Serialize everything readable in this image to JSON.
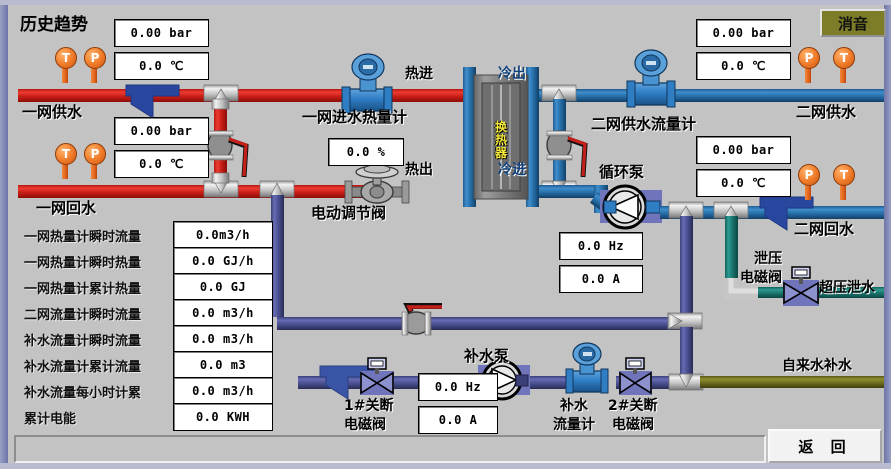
{
  "window": {
    "title": "历史趋势",
    "mute_button": "消音",
    "return_button": "返 回"
  },
  "pipes": {
    "primary_supply_label": "一网供水",
    "primary_return_label": "一网回水",
    "secondary_supply_label": "二网供水",
    "secondary_return_label": "二网回水",
    "hot_in": "热进",
    "hot_out": "热出",
    "cold_in": "冷进",
    "cold_out": "冷出",
    "tap_water_makeup": "自来水补水",
    "over_pressure_drain": "超压泄水"
  },
  "equipment": {
    "primary_inlet_heat_meter": "一网进水热量计",
    "secondary_supply_flow_meter": "二网供水流量计",
    "heat_exchanger": "换热器",
    "motor_control_valve": "电动调节阀",
    "circulation_pump": "循环泵",
    "makeup_pump": "补水泵",
    "makeup_flow_meter": "补水\n流量计",
    "makeup_flow_meter_l1": "补水",
    "makeup_flow_meter_l2": "流量计",
    "relief_solenoid_valve_l1": "泄压",
    "relief_solenoid_valve_l2": "电磁阀",
    "shutoff1_l1": "1#关断",
    "shutoff1_l2": "电磁阀",
    "shutoff2_l1": "2#关断",
    "shutoff2_l2": "电磁阀"
  },
  "sensors": {
    "t": "T",
    "p": "P"
  },
  "readouts": {
    "primary_supply_pressure": "0.00 bar",
    "primary_supply_temp": "0.0 ℃",
    "primary_return_pressure": "0.00 bar",
    "primary_return_temp": "0.0 ℃",
    "secondary_supply_pressure": "0.00 bar",
    "secondary_supply_temp": "0.0 ℃",
    "secondary_return_pressure": "0.00 bar",
    "secondary_return_temp": "0.0 ℃",
    "valve_opening": "0.0 %",
    "circ_pump_hz": "0.0 Hz",
    "circ_pump_amp": "0.0 A",
    "makeup_pump_hz": "0.0 Hz",
    "makeup_pump_amp": "0.0 A"
  },
  "data_table": {
    "rows": [
      {
        "label": "一网热量计瞬时流量",
        "value": "0.0m3/h"
      },
      {
        "label": "一网热量计瞬时热量",
        "value": "0.0 GJ/h"
      },
      {
        "label": "一网热量计累计热量",
        "value": "0.0 GJ"
      },
      {
        "label": "二网流量计瞬时流量",
        "value": "0.0 m3/h"
      },
      {
        "label": "补水流量计瞬时流量",
        "value": "0.0 m3/h"
      },
      {
        "label": "补水流量计累计流量",
        "value": "0.0 m3"
      },
      {
        "label": "补水流量每小时计累",
        "value": "0.0 m3/h"
      },
      {
        "label": "累计电能",
        "value": "0.0 KWH"
      }
    ]
  },
  "colors": {
    "hot_pipe": "#d62a22",
    "cold_pipe": "#2f7ab4",
    "makeup_pipe": "#4a4f92",
    "drain_pipe": "#1c7a72",
    "tap_pipe": "#75741f",
    "background": "#c3c3c3",
    "mute_button": "#7d7c28",
    "sensor": "#ee7a28"
  }
}
